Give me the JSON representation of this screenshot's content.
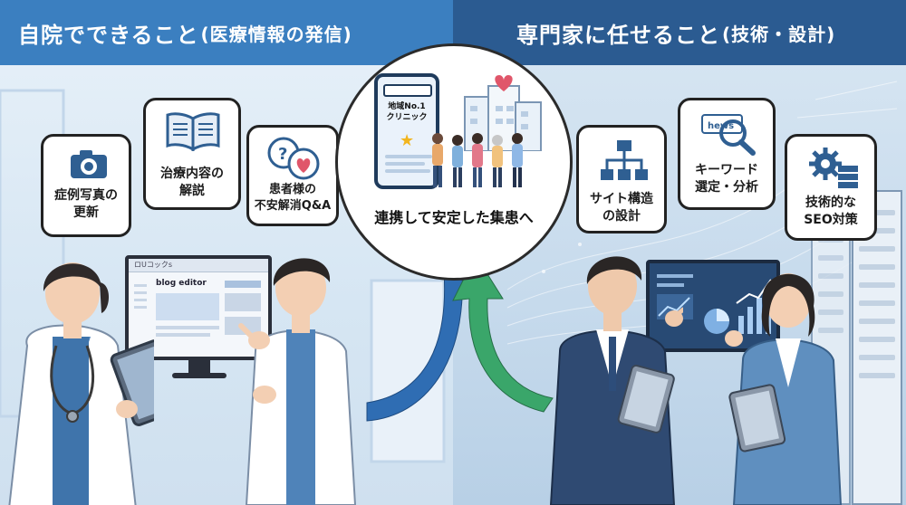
{
  "header": {
    "left_title": "自院でできること",
    "left_sub": "(医療情報の発信)",
    "right_title": "専門家に任せること",
    "right_sub": "(技術・設計)"
  },
  "left_bubbles": [
    {
      "id": "case-photo",
      "icon": "camera-icon",
      "lines": [
        "症例写真の",
        "更新"
      ]
    },
    {
      "id": "treatment",
      "icon": "open-book-icon",
      "lines": [
        "治療内容の",
        "解説"
      ]
    },
    {
      "id": "patient-qa",
      "icon": "qa-heart-chat-icon",
      "lines": [
        "患者様の",
        "不安解消Q&A"
      ]
    }
  ],
  "right_bubbles": [
    {
      "id": "site-structure",
      "icon": "sitemap-icon",
      "lines": [
        "サイト構造",
        "の設計"
      ]
    },
    {
      "id": "keyword",
      "icon": "magnifier-icon",
      "lines": [
        "キーワード",
        "選定・分析"
      ],
      "search_word": "hews"
    },
    {
      "id": "tech-seo",
      "icon": "gear-server-icon",
      "lines": [
        "技術的な",
        "SEO対策"
      ]
    }
  ],
  "center": {
    "phone_lines": [
      "地域No.1",
      "クリニック"
    ],
    "caption": "連携して安定した集患へ"
  },
  "monitor": {
    "tab_label": "ロUコックs",
    "editor_label": "blog editor"
  },
  "colors": {
    "left_header": "#3b7fc0",
    "right_header": "#2b5b91",
    "arrow_blue": "#2f6db3",
    "arrow_green": "#3aa66a",
    "heart_red": "#e0566a",
    "star_gold": "#f2b51e"
  }
}
